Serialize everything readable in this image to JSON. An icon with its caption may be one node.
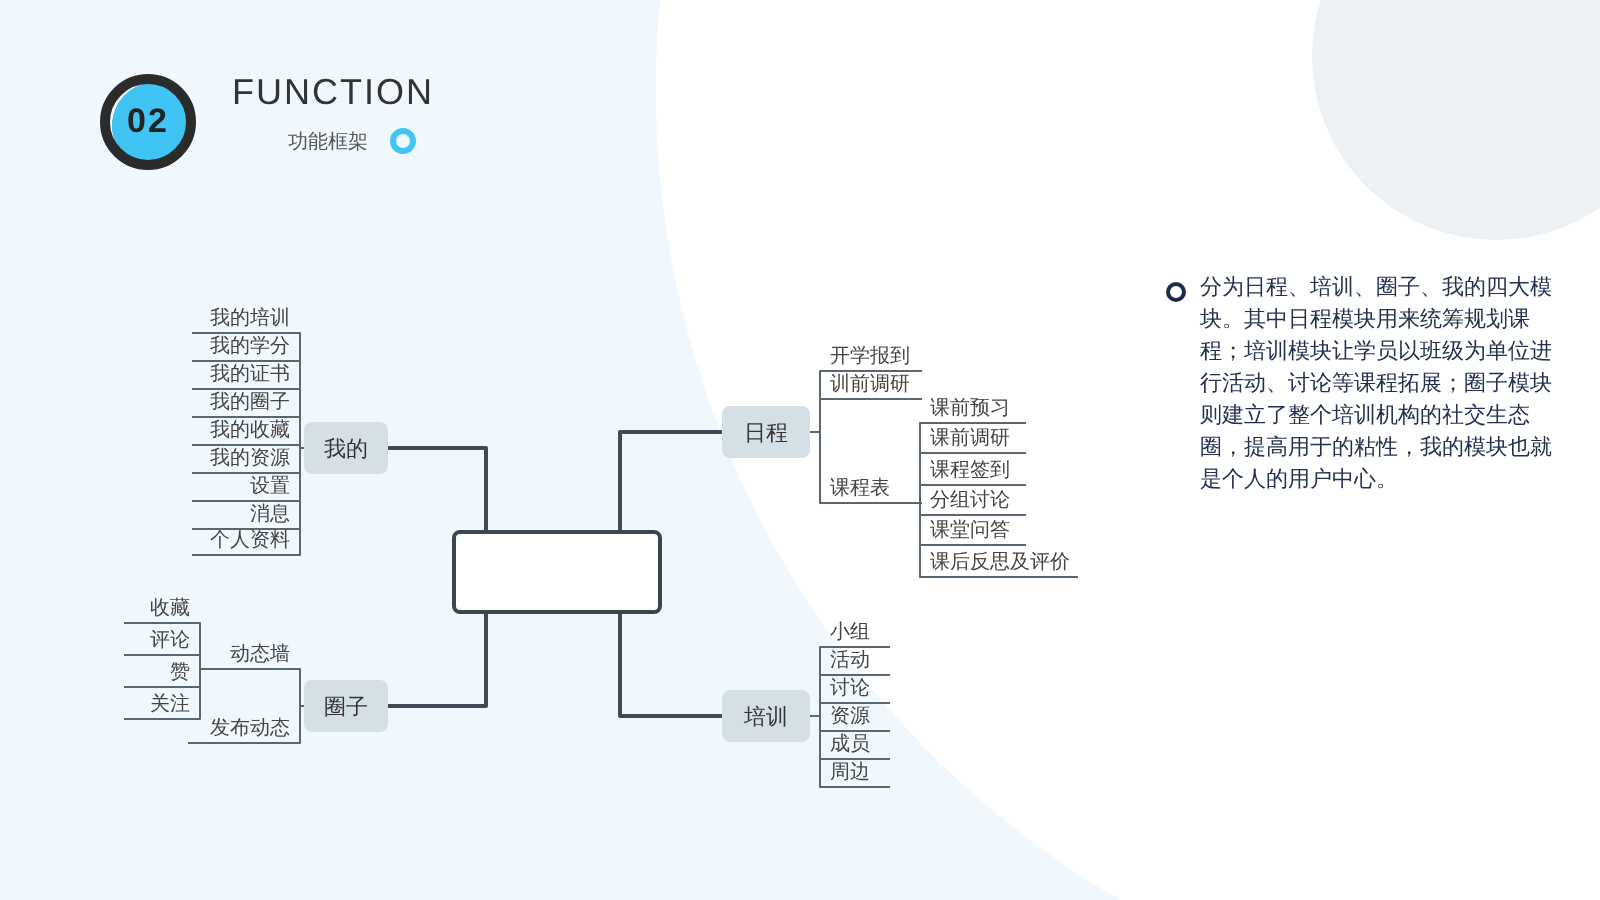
{
  "diagram": {
    "title": "FUNCTION",
    "nodes": [
      {
        "text": [],
        "shape": "box"
      },
      {
        "text": [
          "我的"
        ]
      },
      {
        "text": [
          "我的培训"
        ]
      },
      {
        "text": [
          "我的学分"
        ]
      },
      {
        "text": [
          "我的证书"
        ]
      },
      {
        "text": [
          "我的圈子"
        ]
      },
      {
        "text": [
          "我的收藏"
        ]
      },
      {
        "text": [
          "我的资源"
        ]
      },
      {
        "text": [
          "设置"
        ]
      },
      {
        "text": [
          "消息"
        ]
      },
      {
        "text": [
          "个人资料"
        ]
      },
      {
        "text": [
          "圈子"
        ]
      },
      {
        "text": [
          "动态墙"
        ]
      },
      {
        "text": [
          "收藏"
        ]
      },
      {
        "text": [
          "评论"
        ]
      },
      {
        "text": [
          "赞"
        ]
      },
      {
        "text": [
          "关注"
        ]
      },
      {
        "text": [
          "发布动态"
        ]
      },
      {
        "text": [
          "日程"
        ]
      },
      {
        "text": [
          "开学报到"
        ]
      },
      {
        "text": [
          "训前调研"
        ]
      },
      {
        "text": [
          "课程表"
        ]
      },
      {
        "text": [
          "课前预习"
        ]
      },
      {
        "text": [
          "课前调研"
        ]
      },
      {
        "text": [
          "课程签到"
        ]
      },
      {
        "text": [
          "分组讨论"
        ]
      },
      {
        "text": [
          "课堂问答"
        ]
      },
      {
        "text": [
          "课后反思及评价"
        ]
      },
      {
        "text": [
          "培训"
        ]
      },
      {
        "text": [
          "小组"
        ]
      },
      {
        "text": [
          "活动"
        ]
      },
      {
        "text": [
          "讨论"
        ]
      },
      {
        "text": [
          "资源"
        ]
      },
      {
        "text": [
          "成员"
        ]
      },
      {
        "text": [
          "周边"
        ]
      }
    ],
    "edges": [
      {
        "from": 0,
        "to": 1,
        "arrow": "none"
      },
      {
        "from": 0,
        "to": 11,
        "arrow": "none"
      },
      {
        "from": 0,
        "to": 18,
        "arrow": "none"
      },
      {
        "from": 0,
        "to": 28,
        "arrow": "none"
      },
      {
        "from": 1,
        "to": 2,
        "arrow": "none"
      },
      {
        "from": 1,
        "to": 3,
        "arrow": "none"
      },
      {
        "from": 1,
        "to": 4,
        "arrow": "none"
      },
      {
        "from": 1,
        "to": 5,
        "arrow": "none"
      },
      {
        "from": 1,
        "to": 6,
        "arrow": "none"
      },
      {
        "from": 1,
        "to": 7,
        "arrow": "none"
      },
      {
        "from": 1,
        "to": 8,
        "arrow": "none"
      },
      {
        "from": 1,
        "to": 9,
        "arrow": "none"
      },
      {
        "from": 1,
        "to": 10,
        "arrow": "none"
      },
      {
        "from": 11,
        "to": 12,
        "arrow": "none"
      },
      {
        "from": 11,
        "to": 17,
        "arrow": "none"
      },
      {
        "from": 12,
        "to": 13,
        "arrow": "none"
      },
      {
        "from": 12,
        "to": 14,
        "arrow": "none"
      },
      {
        "from": 12,
        "to": 15,
        "arrow": "none"
      },
      {
        "from": 12,
        "to": 16,
        "arrow": "none"
      },
      {
        "from": 18,
        "to": 19,
        "arrow": "none"
      },
      {
        "from": 18,
        "to": 20,
        "arrow": "none"
      },
      {
        "from": 18,
        "to": 21,
        "arrow": "none"
      },
      {
        "from": 21,
        "to": 22,
        "arrow": "none"
      },
      {
        "from": 21,
        "to": 23,
        "arrow": "none"
      },
      {
        "from": 21,
        "to": 24,
        "arrow": "none"
      },
      {
        "from": 21,
        "to": 25,
        "arrow": "none"
      },
      {
        "from": 21,
        "to": 26,
        "arrow": "none"
      },
      {
        "from": 21,
        "to": 27,
        "arrow": "none"
      },
      {
        "from": 28,
        "to": 29,
        "arrow": "none"
      },
      {
        "from": 28,
        "to": 30,
        "arrow": "none"
      },
      {
        "from": 28,
        "to": 31,
        "arrow": "none"
      },
      {
        "from": 28,
        "to": 32,
        "arrow": "none"
      },
      {
        "from": 28,
        "to": 33,
        "arrow": "none"
      },
      {
        "from": 28,
        "to": 34,
        "arrow": "none"
      }
    ],
    "labels": [
      "02",
      "功能框架",
      "分为日程、培训、圈子、我的四大模块。其中日程模块用来统筹规划课程；培训模块让学员以班级为单位进行活动、讨论等课程拓展；圈子模块则建立了整个培训机构的社交生态圈，提高用于的粘性，我的模块也就是个人的用户中心。"
    ]
  }
}
